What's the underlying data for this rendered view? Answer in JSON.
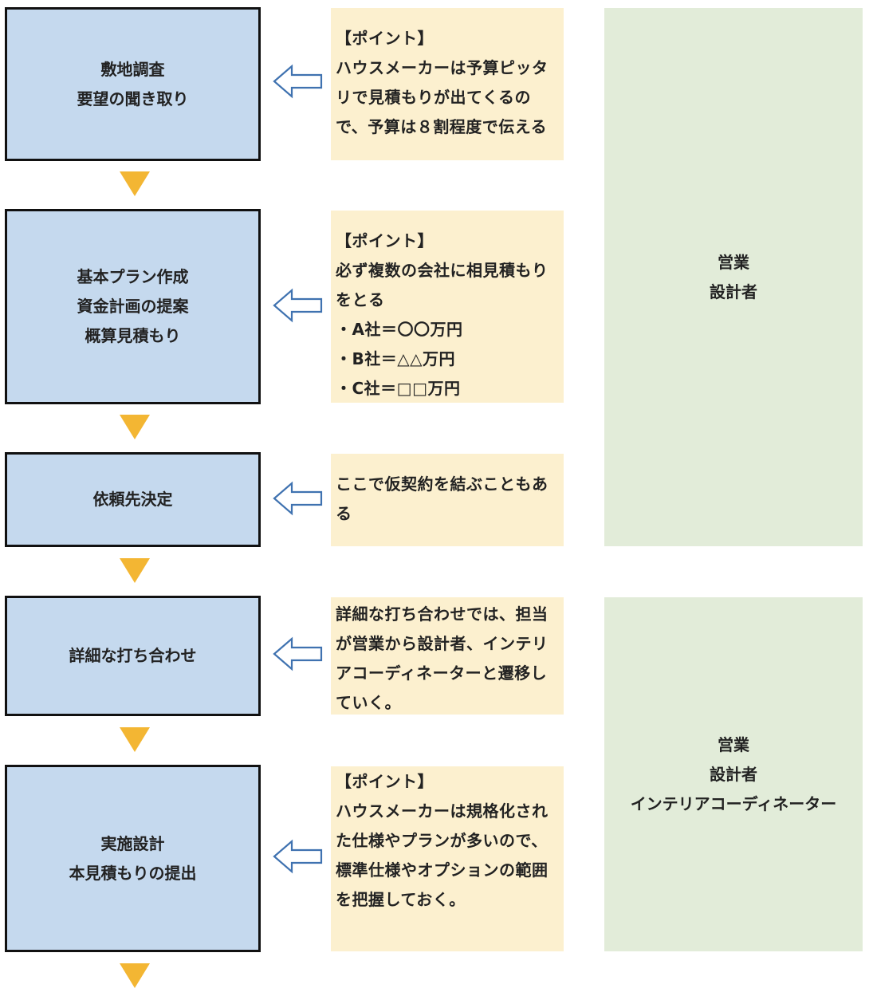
{
  "steps": [
    {
      "lines": [
        "敷地調査",
        "要望の聞き取り"
      ]
    },
    {
      "lines": [
        "基本プラン作成",
        "資金計画の提案",
        "概算見積もり"
      ]
    },
    {
      "lines": [
        "依頼先決定"
      ]
    },
    {
      "lines": [
        "詳細な打ち合わせ"
      ]
    },
    {
      "lines": [
        "実施設計",
        "本見積もりの提出"
      ]
    }
  ],
  "notes": [
    {
      "lines": [
        "【ポイント】",
        "ハウスメーカーは予算ピッタ",
        "リで見積もりが出てくるの",
        "で、予算は８割程度で伝える"
      ]
    },
    {
      "lines": [
        "【ポイント】",
        "必ず複数の会社に相見積もり",
        "をとる",
        "・A社＝〇〇万円",
        "・B社＝△△万円",
        "・C社＝□□万円"
      ]
    },
    {
      "lines": [
        "ここで仮契約を結ぶこともあ",
        "る"
      ]
    },
    {
      "lines": [
        "詳細な打ち合わせでは、担当",
        "が営業から設計者、インテリ",
        "アコーディネーターと遷移し",
        "ていく。"
      ]
    },
    {
      "lines": [
        "【ポイント】",
        "ハウスメーカーは規格化され",
        "た仕様やプランが多いので、",
        "標準仕様やオプションの範囲",
        "を把握しておく。"
      ]
    }
  ],
  "roles": [
    {
      "lines": [
        "営業",
        "設計者"
      ]
    },
    {
      "lines": [
        "営業",
        "設計者",
        "インテリアコーディネーター"
      ]
    }
  ],
  "colors": {
    "step_fill": "#c5d9ee",
    "note_fill": "#fcf0cf",
    "role_fill": "#e2ecd9",
    "down_arrow": "#f3b633",
    "left_arrow_stroke": "#3f72b0"
  }
}
